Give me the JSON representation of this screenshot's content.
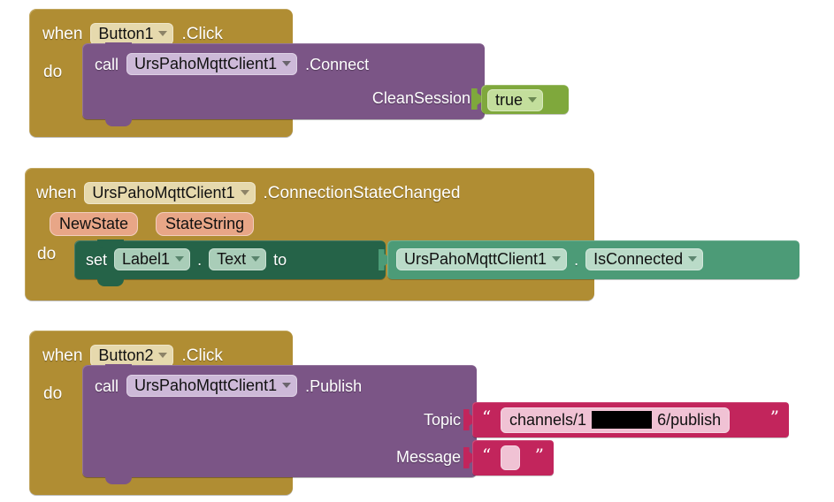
{
  "app": {
    "name": "MIT App Inventor Blocks Editor",
    "canvas_background": "#ffffff"
  },
  "colors": {
    "event_block": "#b08d33",
    "method_call_block": "#7b5586",
    "setter_block": "#256348",
    "getter_block": "#4c9b77",
    "logic_block": "#7fa83c",
    "text_block": "#c2255c",
    "parameter_chip": "#e8a687",
    "dropdown_tan": "#e6d9ad",
    "dropdown_lilac": "#cdb9d8",
    "dropdown_mint": "#a9cdb8"
  },
  "blocks": [
    {
      "id": "block-1",
      "type": "event-handler",
      "when_label": "when",
      "component": "Button1",
      "event": ".Click",
      "do_label": "do",
      "body": {
        "type": "method-call",
        "call_label": "call",
        "component": "UrsPahoMqttClient1",
        "method": ".Connect",
        "args": [
          {
            "name": "CleanSession",
            "value_type": "logic",
            "value": "true"
          }
        ]
      }
    },
    {
      "id": "block-2",
      "type": "event-handler",
      "when_label": "when",
      "component": "UrsPahoMqttClient1",
      "event": ".ConnectionStateChanged",
      "parameters": [
        "NewState",
        "StateString"
      ],
      "do_label": "do",
      "body": {
        "type": "setter",
        "set_label": "set",
        "target_component": "Label1",
        "dot": ".",
        "target_property": "Text",
        "to_label": "to",
        "value": {
          "type": "getter",
          "component": "UrsPahoMqttClient1",
          "dot": ".",
          "property": "IsConnected"
        }
      }
    },
    {
      "id": "block-3",
      "type": "event-handler",
      "when_label": "when",
      "component": "Button2",
      "event": ".Click",
      "do_label": "do",
      "body": {
        "type": "method-call",
        "call_label": "call",
        "component": "UrsPahoMqttClient1",
        "method": ".Publish",
        "args": [
          {
            "name": "Topic",
            "value_type": "text",
            "text_prefix": "channels/1",
            "text_redacted": true,
            "text_suffix": "6/publish",
            "open_quote": "“",
            "close_quote": "”"
          },
          {
            "name": "Message",
            "value_type": "text",
            "text_prefix": "",
            "text_redacted": false,
            "text_suffix": "",
            "open_quote": "“",
            "close_quote": "”"
          }
        ]
      }
    }
  ]
}
